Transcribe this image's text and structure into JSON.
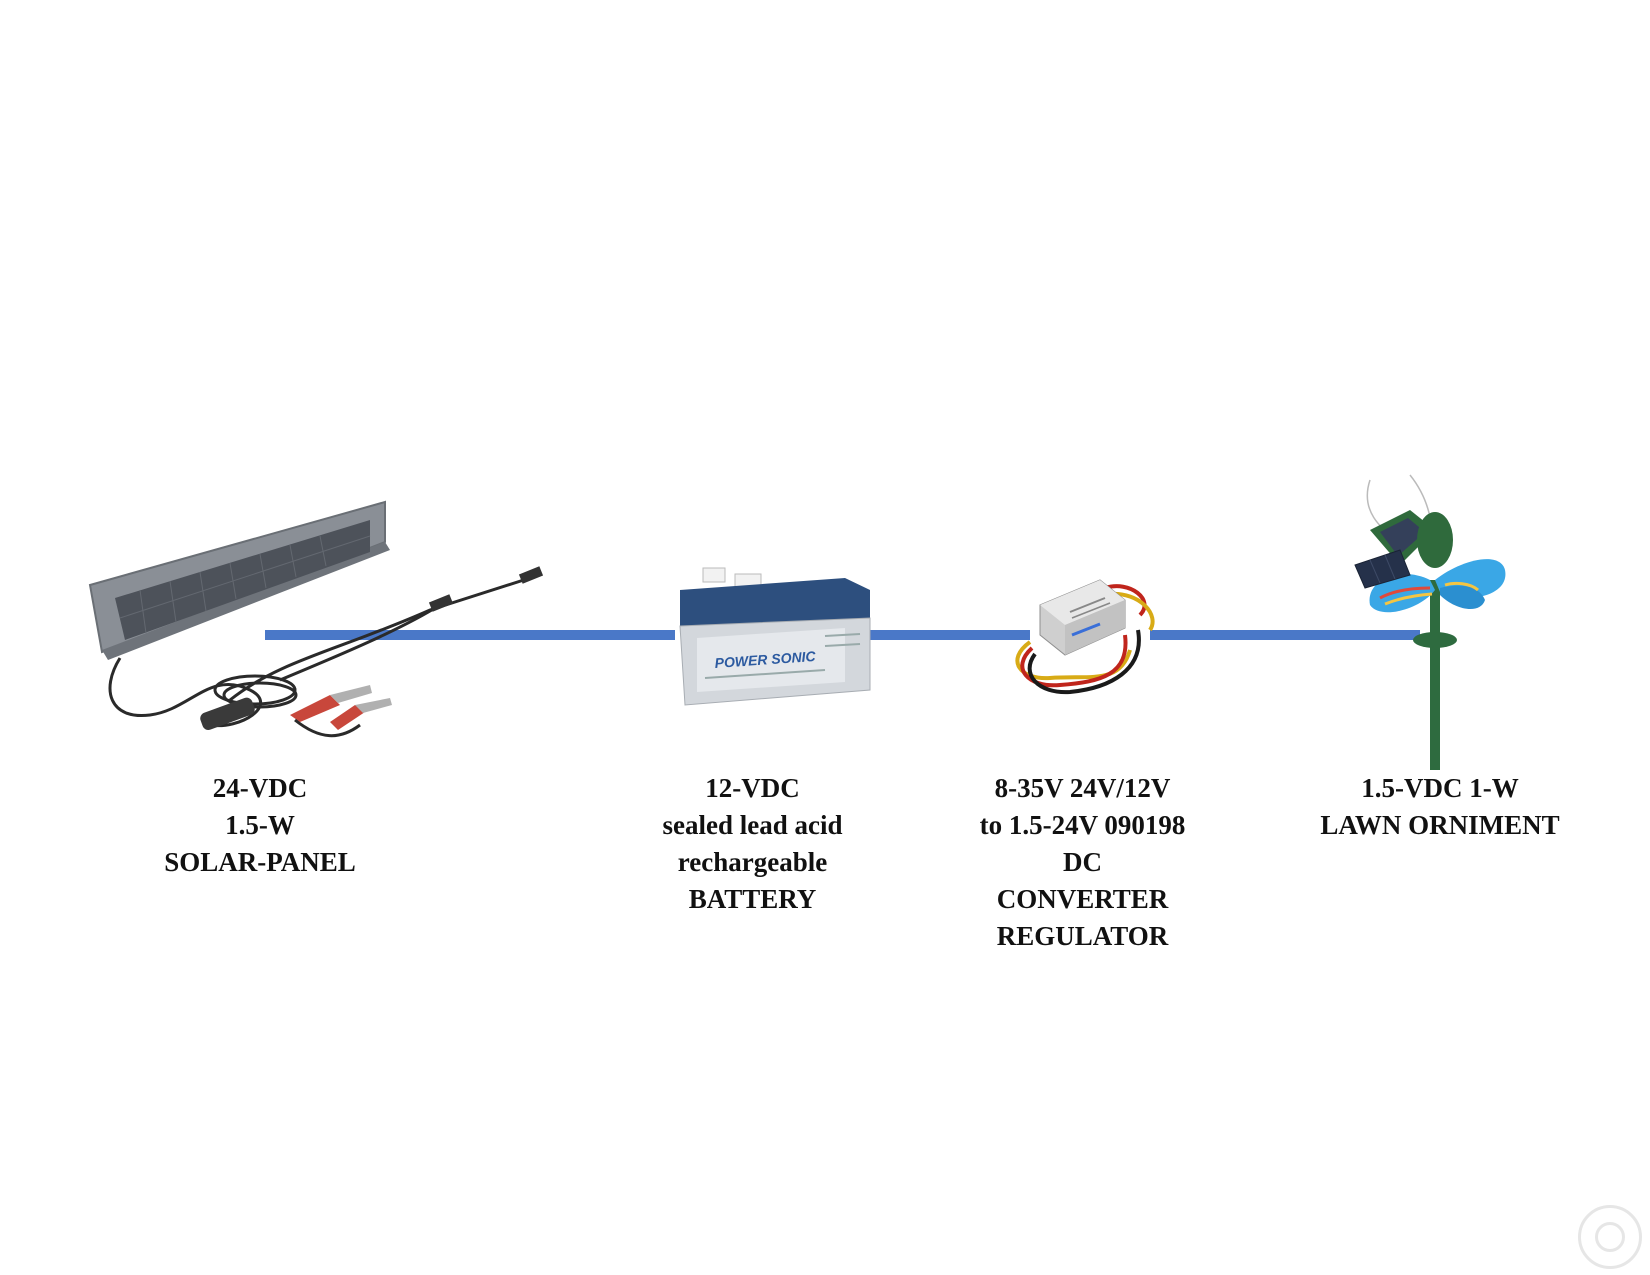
{
  "components": [
    {
      "key": "solar_panel",
      "label_lines": [
        "24-VDC",
        "1.5-W",
        "SOLAR-PANEL"
      ]
    },
    {
      "key": "battery",
      "label_lines": [
        "12-VDC",
        "sealed lead acid",
        "rechargeable",
        "BATTERY"
      ],
      "brand_text": "POWER SONIC"
    },
    {
      "key": "converter",
      "label_lines": [
        "8-35V 24V/12V",
        "to 1.5-24V 090198",
        "DC",
        "CONVERTER",
        "REGULATOR"
      ]
    },
    {
      "key": "lawn_ornament",
      "label_lines": [
        "1.5-VDC 1-W",
        "LAWN ORNIMENT"
      ]
    }
  ],
  "colors": {
    "wire": "#4a78c8",
    "text": "#111111"
  }
}
